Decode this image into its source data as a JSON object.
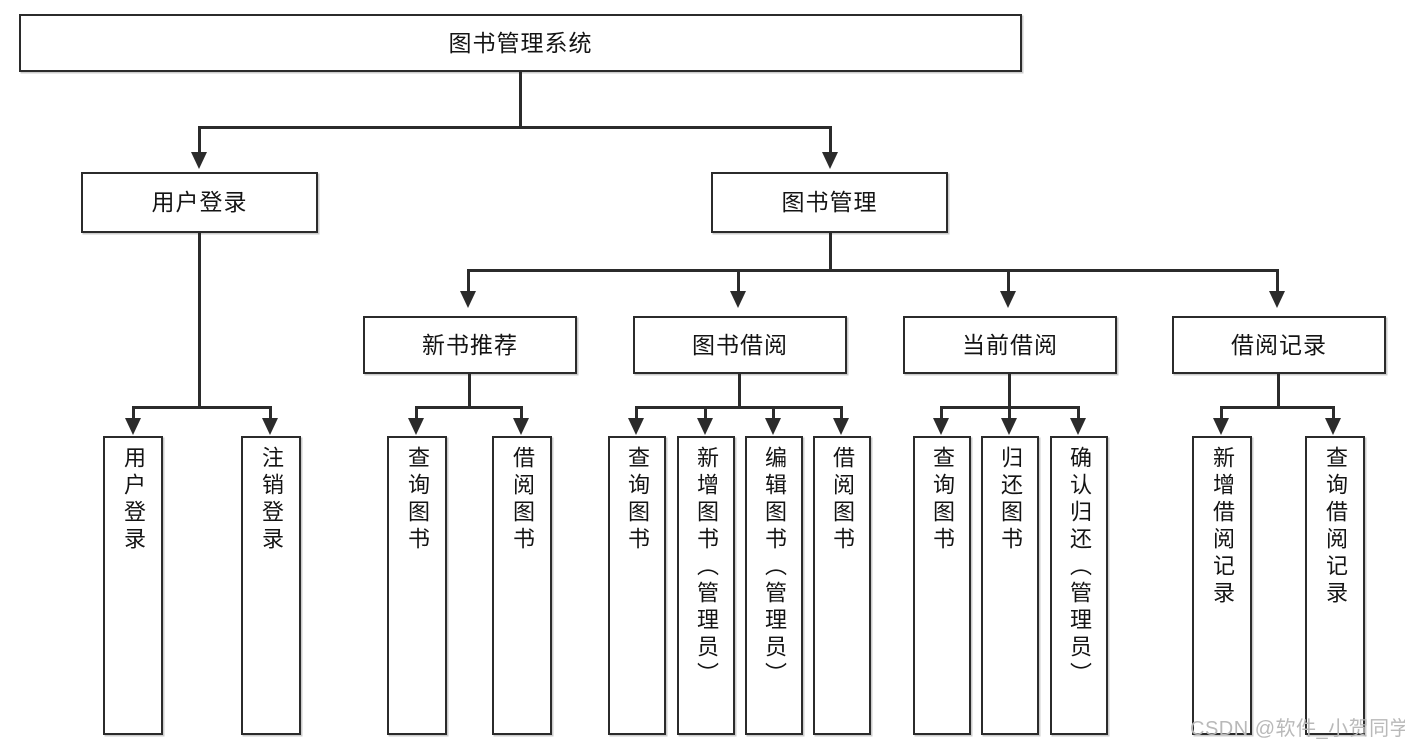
{
  "diagram": {
    "title": "图书管理系统",
    "type": "hierarchy-tree",
    "watermark": "CSDN @软件_小贺同学",
    "colors": {
      "stroke": "#2b2b2b",
      "fill": "#ffffff",
      "text": "#141414",
      "watermark": "#b9b9b9"
    },
    "levels": {
      "root": "图书管理系统",
      "level2": [
        "用户登录",
        "图书管理"
      ],
      "level3": [
        "新书推荐",
        "图书借阅",
        "当前借阅",
        "借阅记录"
      ],
      "level4": [
        "用户登录",
        "注销登录",
        "查询图书",
        "借阅图书",
        "查询图书",
        "新增图书（管理员）",
        "编辑图书（管理员）",
        "借阅图书",
        "查询图书",
        "归还图书",
        "确认归还（管理员）",
        "新增借阅记录",
        "查询借阅记录"
      ]
    },
    "nodes": {
      "root": {
        "label": "图书管理系统"
      },
      "user_login": {
        "label": "用户登录"
      },
      "book_manage": {
        "label": "图书管理"
      },
      "new_book_rec": {
        "label": "新书推荐"
      },
      "book_borrow": {
        "label": "图书借阅"
      },
      "current_borrow": {
        "label": "当前借阅"
      },
      "borrow_record": {
        "label": "借阅记录"
      },
      "leaf_user_login": {
        "label": "用户登录"
      },
      "leaf_logout": {
        "label": "注销登录"
      },
      "leaf_query_book_1": {
        "label": "查询图书"
      },
      "leaf_borrow_book_1": {
        "label": "借阅图书"
      },
      "leaf_query_book_2": {
        "label": "查询图书"
      },
      "leaf_add_book": {
        "label": "新增图书（管理员）"
      },
      "leaf_edit_book": {
        "label": "编辑图书（管理员）"
      },
      "leaf_borrow_book_2": {
        "label": "借阅图书"
      },
      "leaf_query_book_3": {
        "label": "查询图书"
      },
      "leaf_return_book": {
        "label": "归还图书"
      },
      "leaf_confirm_return": {
        "label": "确认归还（管理员）"
      },
      "leaf_add_record": {
        "label": "新增借阅记录"
      },
      "leaf_query_record": {
        "label": "查询借阅记录"
      }
    }
  }
}
